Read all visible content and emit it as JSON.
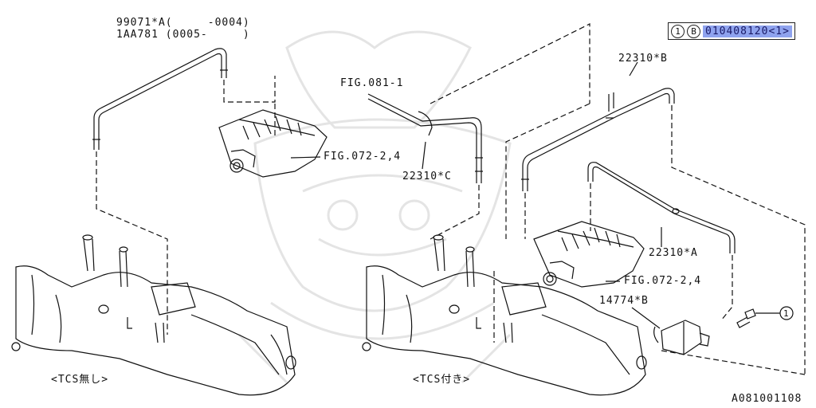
{
  "header": {
    "ref_circle": "1",
    "ref_letter": "B",
    "ref_code": "010408120<1>"
  },
  "labels": {
    "hose_part_line1": "99071*A(     -0004)",
    "hose_part_line2": "1AA781 (0005-     )",
    "fig_081": "FIG.081-1",
    "fig_072_upper": "FIG.072-2,4",
    "part_22310c": "22310*C",
    "part_22310b": "22310*B",
    "part_22310a": "22310*A",
    "fig_072_lower": "FIG.072-2,4",
    "part_14774b": "14774*B",
    "callout_1": "1",
    "tcs_without": "<TCS無し>",
    "tcs_with": "<TCS付き>",
    "diagram_number": "A081001108"
  },
  "colors": {
    "line": "#111111",
    "highlight": "#8fa3ee",
    "watermark": "#e4e4e4"
  }
}
